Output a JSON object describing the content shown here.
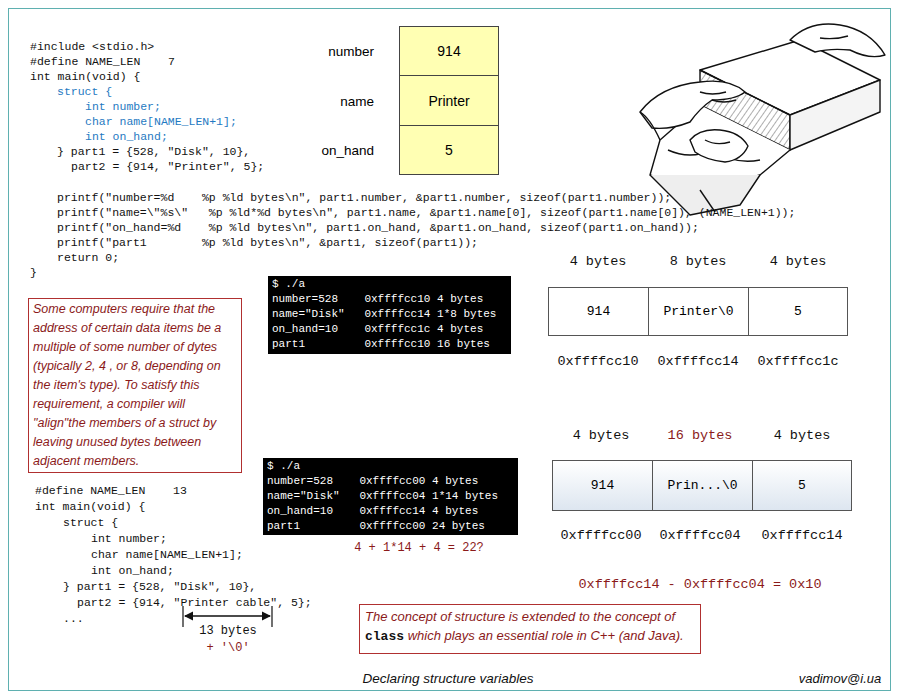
{
  "diagram": {
    "caption": "Declaring structure variables",
    "nodes": [
      {
        "text": [
          "number",
          "914"
        ]
      },
      {
        "text": [
          "name",
          "Printer"
        ]
      },
      {
        "text": [
          "on_hand",
          "5"
        ]
      },
      {
        "text": [
          "$ ./a",
          "number=528    0xffffcc10 4 bytes",
          "name=\"Disk\"   0xffffcc14 1*8 bytes",
          "on_hand=10    0xffffcc1c 4 bytes",
          "part1         0xffffcc10 16 bytes"
        ]
      },
      {
        "text": [
          "Some computers require that the address of certain data items be a multiple of some number of dytes (typically 2, 4 , or 8, depending on the item's type). To satisfy this requirement, a compiler will \"align\"the members of a struct by leaving unused bytes between adjacent members."
        ]
      },
      {
        "text": [
          "914"
        ]
      },
      {
        "text": [
          "Printer\\0"
        ]
      },
      {
        "text": [
          "5"
        ]
      },
      {
        "text": [
          "$ ./a",
          "number=528    0xffffcc00 4 bytes",
          "name=\"Disk\"   0xffffcc04 1*14 bytes",
          "on_hand=10    0xffffcc14 4 bytes",
          "part1         0xffffcc00 24 bytes"
        ]
      },
      {
        "text": [
          "914"
        ]
      },
      {
        "text": [
          "Prin...\\0"
        ]
      },
      {
        "text": [
          "5"
        ]
      },
      {
        "text": [
          "The concept of structure is extended to the concept of",
          "class",
          "which plays an essential role in C++ (and Java)."
        ]
      }
    ],
    "labels": [
      "#include <stdio.h>",
      "#define NAME_LEN    7",
      "int main(void) {",
      "struct {",
      "int number;",
      "char name[NAME_LEN+1];",
      "int on_hand;",
      "} part1 = {528, \"Disk\", 10},",
      "part2 = {914, \"Printer\", 5};",
      "printf(\"number=%d    %p %ld bytes\\n\", part1.number, &part1.number, sizeof(part1.number));",
      "printf(\"name=\\\"%s\\\"   %p %ld*%d bytes\\n\", part1.name, &part1.name[0], sizeof(part1.name[0]), (NAME_LEN+1));",
      "printf(\"on_hand=%d    %p %ld bytes\\n\", part1.on_hand, &part1.on_hand, sizeof(part1.on_hand));",
      "printf(\"part1        %p %ld bytes\\n\", &part1, sizeof(part1));",
      "return 0;",
      "}",
      "4 bytes",
      "8 bytes",
      "4 bytes",
      "0xffffcc10",
      "0xffffcc14",
      "0xffffcc1c",
      "4 bytes",
      "16 bytes",
      "4 bytes",
      "0xffffcc00",
      "0xffffcc04",
      "0xffffcc14",
      "0xffffcc14 - 0xffffcc04 = 0x10",
      "4 + 1*14 + 4 = 22?",
      "#define NAME_LEN    13",
      "int main(void) {",
      "struct {",
      "int number;",
      "char name[NAME_LEN+1];",
      "int on_hand;",
      "} part1 = {528, \"Disk\", 10},",
      "part2 = {914, \"Printer cable\", 5};",
      "...",
      "13 bytes",
      "+ '\\0'",
      "vadimov@i.ua"
    ]
  }
}
